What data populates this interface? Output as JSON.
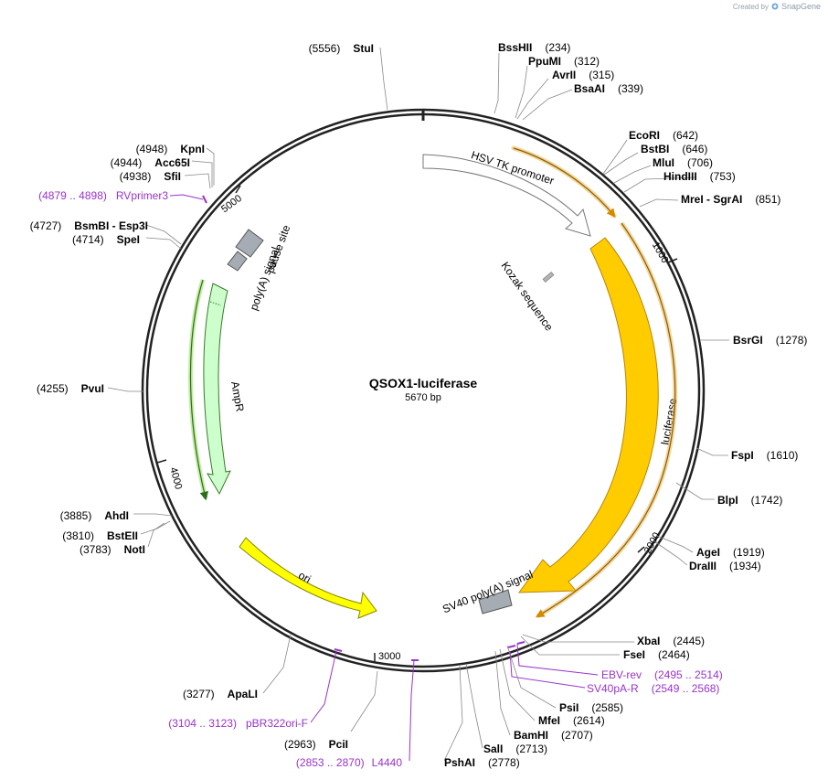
{
  "credit": {
    "prefix": "Created by",
    "brand": "SnapGene"
  },
  "plasmid": {
    "name": "QSOX1-luciferase",
    "size_label": "5670 bp",
    "length": 5670
  },
  "ticks": [
    {
      "pos": 1000,
      "label": "1000"
    },
    {
      "pos": 2000,
      "label": "2000"
    },
    {
      "pos": 3000,
      "label": "3000"
    },
    {
      "pos": 4000,
      "label": "4000"
    },
    {
      "pos": 5000,
      "label": "5000"
    }
  ],
  "sites": [
    {
      "name": "BssHII",
      "pos": "(234)",
      "side": "right"
    },
    {
      "name": "PpuMI",
      "pos": "(312)",
      "side": "right"
    },
    {
      "name": "AvrII",
      "pos": "(315)",
      "side": "right"
    },
    {
      "name": "BsaAI",
      "pos": "(339)",
      "side": "right"
    },
    {
      "name": "EcoRI",
      "pos": "(642)",
      "side": "right"
    },
    {
      "name": "BstBI",
      "pos": "(646)",
      "side": "right"
    },
    {
      "name": "MluI",
      "pos": "(706)",
      "side": "right"
    },
    {
      "name": "HindIII",
      "pos": "(753)",
      "side": "right"
    },
    {
      "name": "MreI - SgrAI",
      "pos": "(851)",
      "side": "right"
    },
    {
      "name": "BsrGI",
      "pos": "(1278)",
      "side": "right"
    },
    {
      "name": "FspI",
      "pos": "(1610)",
      "side": "right"
    },
    {
      "name": "BlpI",
      "pos": "(1742)",
      "side": "right"
    },
    {
      "name": "AgeI",
      "pos": "(1919)",
      "side": "right"
    },
    {
      "name": "DraIII",
      "pos": "(1934)",
      "side": "right"
    },
    {
      "name": "XbaI",
      "pos": "(2445)",
      "side": "right"
    },
    {
      "name": "FseI",
      "pos": "(2464)",
      "side": "right"
    },
    {
      "name": "PsiI",
      "pos": "(2585)",
      "side": "right"
    },
    {
      "name": "MfeI",
      "pos": "(2614)",
      "side": "right"
    },
    {
      "name": "BamHI",
      "pos": "(2707)",
      "side": "right"
    },
    {
      "name": "SalI",
      "pos": "(2713)",
      "side": "right"
    },
    {
      "name": "PshAI",
      "pos": "(2778)",
      "side": "right"
    },
    {
      "name": "PciI",
      "pos": "(2963)",
      "side": "left"
    },
    {
      "name": "ApaLI",
      "pos": "(3277)",
      "side": "left"
    },
    {
      "name": "NotI",
      "pos": "(3783)",
      "side": "left"
    },
    {
      "name": "BstEII",
      "pos": "(3810)",
      "side": "left"
    },
    {
      "name": "AhdI",
      "pos": "(3885)",
      "side": "left"
    },
    {
      "name": "PvuI",
      "pos": "(4255)",
      "side": "left"
    },
    {
      "name": "SpeI",
      "pos": "(4714)",
      "side": "left"
    },
    {
      "name": "BsmBI - Esp3I",
      "pos": "(4727)",
      "side": "left"
    },
    {
      "name": "SfiI",
      "pos": "(4938)",
      "side": "left"
    },
    {
      "name": "Acc65I",
      "pos": "(4944)",
      "side": "left"
    },
    {
      "name": "KpnI",
      "pos": "(4948)",
      "side": "left"
    },
    {
      "name": "StuI",
      "pos": "(5556)",
      "side": "left"
    }
  ],
  "primers": [
    {
      "name": "EBV-rev",
      "range": "(2495 .. 2514)"
    },
    {
      "name": "SV40pA-R",
      "range": "(2549 .. 2568)"
    },
    {
      "name": "L4440",
      "range": "(2853 .. 2870)"
    },
    {
      "name": "pBR322ori-F",
      "range": "(3104 .. 3123)"
    },
    {
      "name": "RVprimer3",
      "range": "(4879 .. 4898)"
    }
  ],
  "features": [
    {
      "name": "HSV TK promoter",
      "color": "#ffffff"
    },
    {
      "name": "Kozak sequence",
      "color": "#b3b3b3"
    },
    {
      "name": "luciferase",
      "color": "#ffcc00"
    },
    {
      "name": "SV40 poly(A) signal",
      "color": "#a6acb3"
    },
    {
      "name": "ori",
      "color": "#ffff00"
    },
    {
      "name": "AmpR",
      "color": "#ccffcc"
    },
    {
      "name": "poly(A) signal",
      "color": "#a6acb3"
    },
    {
      "name": "pause site",
      "color": "#a6acb3"
    }
  ]
}
